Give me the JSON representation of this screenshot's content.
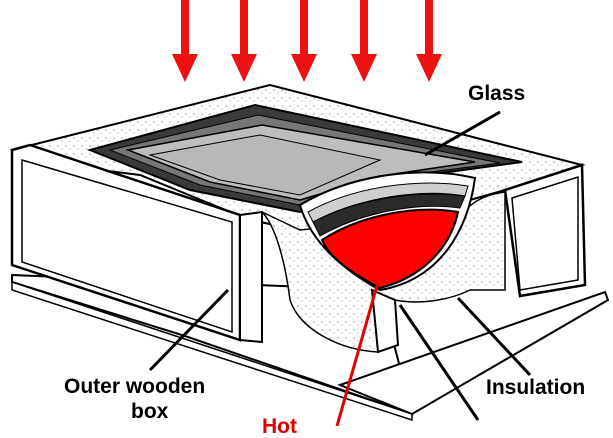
{
  "labels": {
    "glass": "Glass",
    "outer_box_line1": "Outer wooden",
    "outer_box_line2": "box",
    "insulation": "Insulation",
    "hot_cut": "Hot"
  },
  "colors": {
    "sun_arrow": "#ee1111",
    "absorber": "#ff0000",
    "line": "#000000",
    "hot_line": "#e00000"
  },
  "icons": {
    "sun_rays": "down-arrow-icon"
  }
}
